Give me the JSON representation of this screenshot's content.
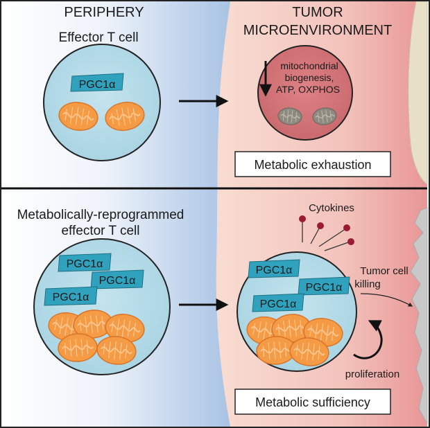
{
  "header": {
    "left_title": "PERIPHERY",
    "right_title_line1": "TUMOR",
    "right_title_line2": "MICROENVIRONMENT"
  },
  "top": {
    "cell_label": "Effector T cell",
    "pgc_label": "PGC1α",
    "mito_text_line1": "mitochondrial",
    "mito_text_line2": "biogenesis,",
    "mito_text_line3": "ATP, OXPHOS",
    "outcome_label": "Metabolic exhaustion"
  },
  "bottom": {
    "cell_label_line1": "Metabolically-reprogrammed",
    "cell_label_line2": "effector T cell",
    "pgc_label": "PGC1α",
    "cytokines_label": "Cytokines",
    "killing_label_line1": "Tumor cell",
    "killing_label_line2": "killing",
    "proliferation_label": "proliferation",
    "outcome_label": "Metabolic sufficiency"
  },
  "colors": {
    "periphery_blue": "#a9c3e4",
    "tumor_pink": "#f2b9b6",
    "cell_fill": "#b7dde8",
    "pgc_fill": "#31a2bd",
    "mito_orange": "#f59a45",
    "exhausted_cell": "#d06f72",
    "exhausted_mito": "#8f8a80",
    "cytokine": "#9b1b35"
  }
}
